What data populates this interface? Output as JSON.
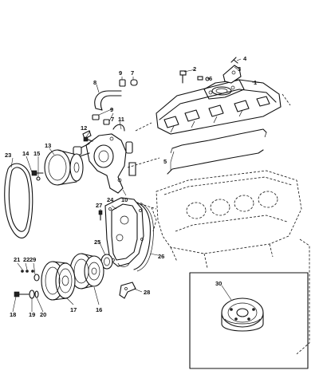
{
  "callouts": {
    "c1": "1",
    "c2": "2",
    "c3": "3",
    "c4": "4",
    "c5": "5",
    "c6": "6",
    "c7": "7",
    "c7b": "7",
    "c8": "8",
    "c9": "9",
    "c9b": "9",
    "c10": "10",
    "c11": "11",
    "c12": "12",
    "c13": "13",
    "c14": "14",
    "c15": "15",
    "c16": "16",
    "c17": "17",
    "c18": "18",
    "c19": "19",
    "c20": "20",
    "c21": "21",
    "c22": "22",
    "c23": "23",
    "c24": "24",
    "c25": "25",
    "c26": "26",
    "c27": "27",
    "c28": "28",
    "c29": "29",
    "c30": "30"
  },
  "colors": {
    "ink": "#111111",
    "paper": "#ffffff"
  }
}
